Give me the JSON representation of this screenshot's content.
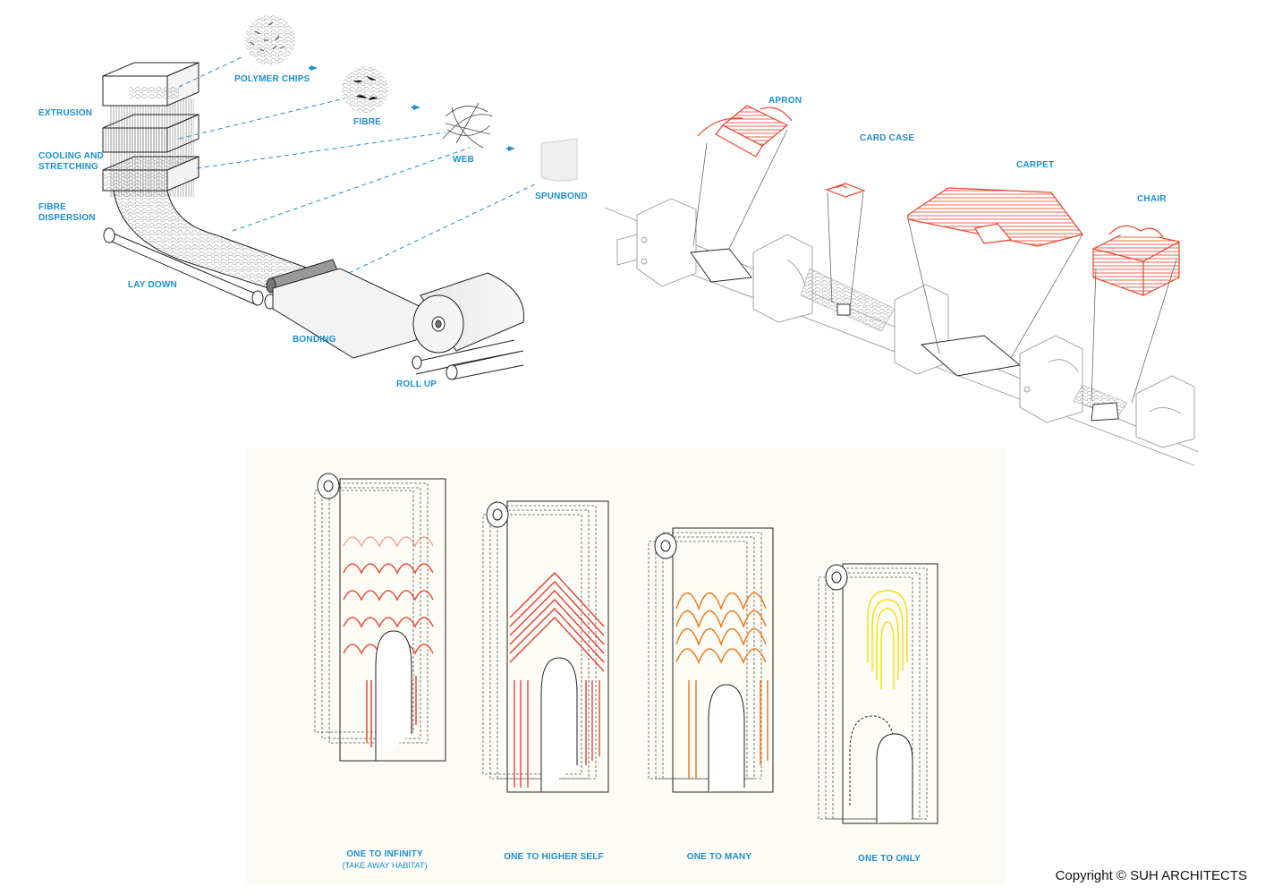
{
  "process": {
    "extrusion": "EXTRUSION",
    "cooling": "COOLING AND STRETCHING",
    "dispersion": "FIBRE DISPERSION",
    "lay_down": "LAY DOWN",
    "bonding": "BONDING",
    "roll_up": "ROLL UP",
    "polymer_chips": "POLYMER CHIPS",
    "fibre": "FIBRE",
    "web": "WEB",
    "spunbond": "SPUNBOND"
  },
  "products": {
    "apron": "APRON",
    "card_case": "CARD CASE",
    "carpet": "CARPET",
    "chair": "CHAIR"
  },
  "studies": [
    {
      "label": "ONE TO INFINITY",
      "sublabel": "(TAKE AWAY HABITAT)",
      "color": "#e8442a"
    },
    {
      "label": "ONE TO HIGHER SELF",
      "color": "#e23a2a"
    },
    {
      "label": "ONE TO MANY",
      "color": "#f07a1e"
    },
    {
      "label": "ONE TO ONLY",
      "color": "#f2e21c"
    }
  ],
  "copyright": "Copyright © SUH ARCHITECTS",
  "colors": {
    "accent": "#1a8fd0",
    "product_red": "#e8442a"
  }
}
